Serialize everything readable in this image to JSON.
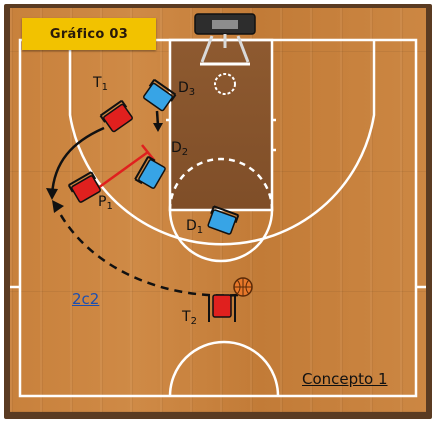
{
  "title": "Gráfico 03",
  "players": {
    "t1": {
      "letter": "T",
      "num": "1"
    },
    "d3": {
      "letter": "D",
      "num": "3"
    },
    "d2": {
      "letter": "D",
      "num": "2"
    },
    "p1": {
      "letter": "P",
      "num": "1"
    },
    "d1": {
      "letter": "D",
      "num": "1"
    },
    "t2": {
      "letter": "T",
      "num": "2"
    }
  },
  "link_text": "2c2",
  "concept_text": "Concepto 1",
  "colors": {
    "attacker": "#e0201e",
    "defender": "#37a4e6",
    "badge": "#f2c200",
    "link": "#1c4fb0",
    "ball": "#e8782a"
  }
}
